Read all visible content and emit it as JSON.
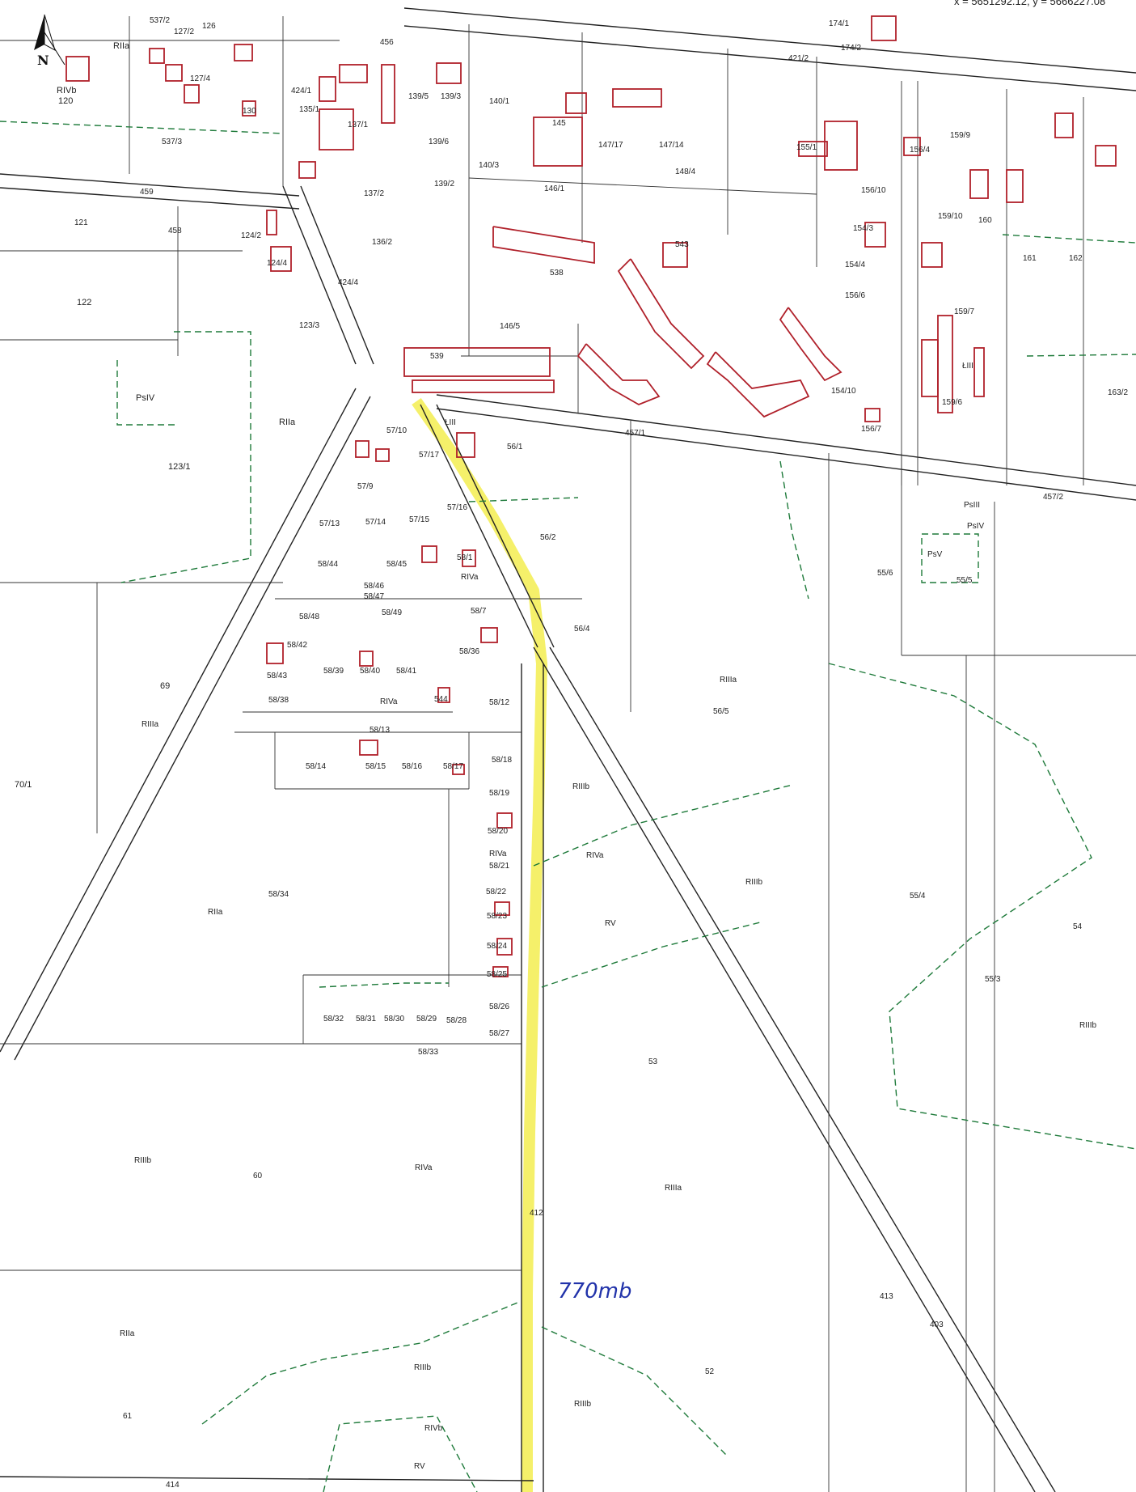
{
  "header": {
    "coordinates": "x = 5651292.12, y = 5666227.08",
    "north_label": "N"
  },
  "annotation": {
    "length_note": "770mb"
  },
  "colors": {
    "highlight": "#f5f06a",
    "building": "#b0202a",
    "boundary": "#222222",
    "landuse": "#1e7a3a",
    "note": "#2233aa"
  },
  "labels": {
    "p537_2": "537/2",
    "p126": "126",
    "p127_2": "127/2",
    "p127_4": "127/4",
    "p120": "120",
    "RIVb_1": "RIVb",
    "RIIa_top": "RIIa",
    "p537_3": "537/3",
    "p130": "130",
    "p135_1": "135/1",
    "p424_1": "424/1",
    "p137_1": "137/1",
    "p456": "456",
    "p139_5": "139/5",
    "p139_3": "139/3",
    "p140_1": "140/1",
    "p140_3": "140/3",
    "p139_6": "139/6",
    "p145": "145",
    "p147_17": "147/17",
    "p147_14": "147/14",
    "p146_1": "146/1",
    "p148_4": "148/4",
    "p421_2": "421/2",
    "p174_1": "174/1",
    "p174_2": "174/2",
    "p156_10": "156/10",
    "p155_1": "155/1",
    "p156_4": "156/4",
    "p159_9": "159/9",
    "p159_10": "159/10",
    "p160": "160",
    "p161": "161",
    "p162": "162",
    "p459": "459",
    "p121": "121",
    "p458": "458",
    "p124_2": "124/2",
    "p124_4": "124/4",
    "p137_2": "137/2",
    "p139_2": "139/2",
    "p136_2": "136/2",
    "p538": "538",
    "p543": "543",
    "p122": "122",
    "p123_3": "123/3",
    "p146_5": "146/5",
    "p539": "539",
    "p154_3": "154/3",
    "p154_4": "154/4",
    "p156_6": "156/6",
    "p159_7": "159/7",
    "p154_10": "154/10",
    "p156_7": "156/7",
    "p159_6": "159/6",
    "p163_2": "163/2",
    "PsIV_1": "PsIV",
    "RIIa_mid": "RIIa",
    "p123_1": "123/1",
    "p56_1": "56/1",
    "p457_1": "457/1",
    "p457_2": "457/2",
    "p57_17": "57/17",
    "p57_10": "57/10",
    "p57_9": "57/9",
    "p57_16": "57/16",
    "p57_15": "57/15",
    "p57_13": "57/13",
    "p57_14": "57/14",
    "p56_2": "56/2",
    "PsIII_1": "PsIII",
    "PsIV_2": "PsIV",
    "PsV_1": "PsV",
    "p55_6": "55/6",
    "p55_5": "55/5",
    "p58_44": "58/44",
    "p58_45": "58/45",
    "p58_1": "58/1",
    "RIVa_1": "RIVa",
    "p58_46": "58/46",
    "p58_47": "58/47",
    "p58_48": "58/48",
    "p58_49": "58/49",
    "p58_7": "58/7",
    "p56_4": "56/4",
    "p58_42": "58/42",
    "p58_43": "58/43",
    "p58_39": "58/39",
    "p58_40": "58/40",
    "p58_41": "58/41",
    "p58_36": "58/36",
    "p69": "69",
    "RIIIa_1": "RIIIa",
    "p58_38": "58/38",
    "RIVa_2": "RIVa",
    "p544": "544",
    "p58_12": "58/12",
    "p56_5": "56/5",
    "RIIIa_2": "RIIIa",
    "p58_13": "58/13",
    "p70_1": "70/1",
    "p58_14": "58/14",
    "p58_15": "58/15",
    "p58_16": "58/16",
    "p58_17": "58/17",
    "p58_18": "58/18",
    "p58_19": "58/19",
    "RIIIb_1": "RIIIb",
    "p58_20": "58/20",
    "p58_21": "58/21",
    "RIVa_3": "RIVa",
    "RIVa_4": "RIVa",
    "RIIIb_2": "RIIIb",
    "p58_34": "58/34",
    "RIIa_low": "RIIa",
    "p58_22": "58/22",
    "p58_23": "58/23",
    "RV_1": "RV",
    "p55_4": "55/4",
    "p54": "54",
    "p58_24": "58/24",
    "p58_25": "58/25",
    "p55_3": "55/3",
    "p58_32": "58/32",
    "p58_31": "58/31",
    "p58_30": "58/30",
    "p58_29": "58/29",
    "p58_28": "58/28",
    "p58_26": "58/26",
    "p58_27": "58/27",
    "p58_33": "58/33",
    "p53": "53",
    "RIIIb_3": "RIIIb",
    "RIIIb_4": "RIIIb",
    "p60": "60",
    "RIVa_5": "RIVa",
    "RIIIa_3": "RIIIa",
    "p412": "412",
    "p413": "413",
    "p403": "403",
    "RIIa_bot": "RIIa",
    "RIIIb_5": "RIIIb",
    "p52": "52",
    "RIIIb_6": "RIIIb",
    "p61": "61",
    "RIVb_2": "RIVb",
    "RV_2": "RV",
    "p414": "414",
    "LIII_1": "ŁIII",
    "LIII_2": "ŁIII",
    "p424_4": "424/4"
  }
}
